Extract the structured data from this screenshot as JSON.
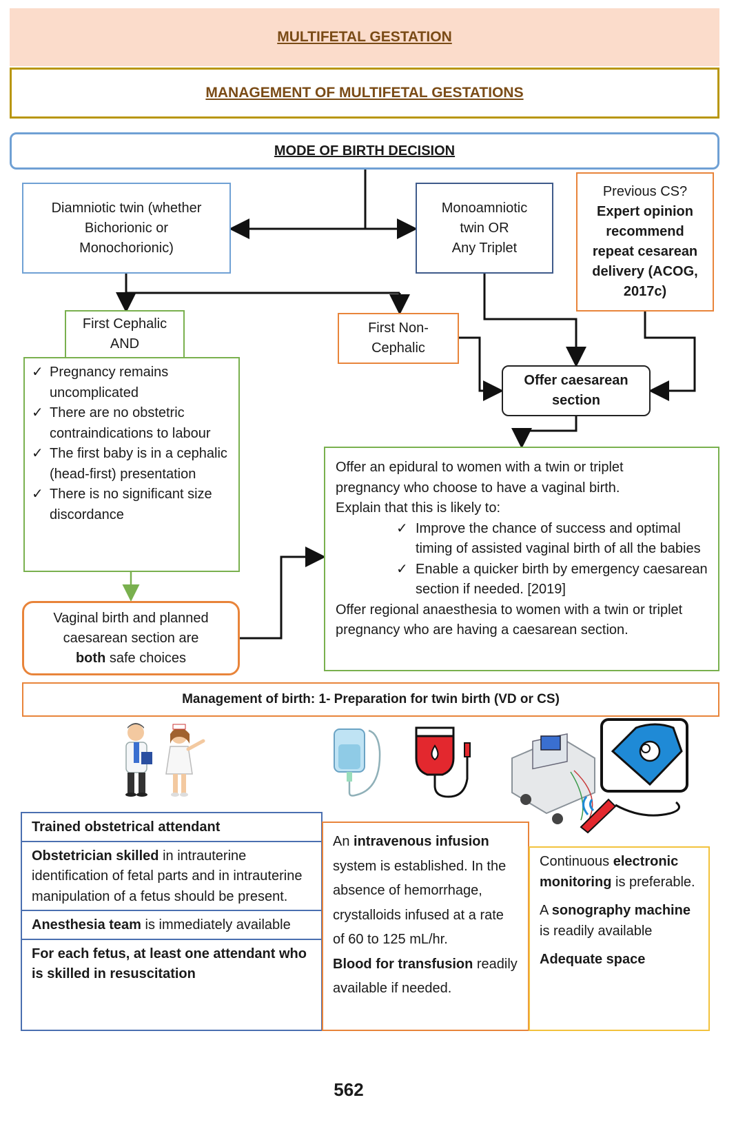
{
  "header": {
    "title": "MULTIFETAL GESTATION",
    "subtitle": "MANAGEMENT OF MULTIFETAL GESTATIONS"
  },
  "flow": {
    "mode_title": "MODE OF BIRTH DECISION",
    "diamniotic": [
      "Diamniotic twin (whether",
      "Bichorionic or",
      "Monochorionic)"
    ],
    "monoamniotic": [
      "Monoamniotic",
      "twin OR",
      "Any Triplet"
    ],
    "previous_cs": {
      "question": "Previous CS?",
      "lines": [
        "Expert opinion",
        "recommend",
        "repeat cesarean",
        "delivery (ACOG,",
        "2017c)"
      ]
    },
    "first_cephalic": [
      "First Cephalic",
      "AND"
    ],
    "first_noncephalic": [
      "First Non-",
      "Cephalic"
    ],
    "offer_cs": [
      "Offer caesarean",
      "section"
    ],
    "criteria": [
      "Pregnancy remains uncomplicated",
      "There are no obstetric contraindications to labour",
      "The first baby is in a cephalic (head-first) presentation",
      "There is no significant size discordance"
    ],
    "check_mark": "✓",
    "vaginal_safe": {
      "line1": "Vaginal birth and planned",
      "line2": "caesarean section are",
      "bold": "both",
      "rest": " safe choices"
    },
    "epidural": {
      "intro1": "Offer an epidural to women with a twin or triplet",
      "intro2": "pregnancy who choose to have a vaginal birth.",
      "intro3": "Explain that this is likely to:",
      "points": [
        "Improve the chance of success and optimal timing of assisted vaginal birth of all the babies",
        "Enable a quicker birth by emergency caesarean section if needed. [2019]"
      ],
      "outro": "Offer regional anaesthesia to women with a twin or triplet pregnancy who are having a caesarean section."
    }
  },
  "management": {
    "title": "Management of birth: 1- Preparation for twin birth (VD or CS)",
    "left": {
      "r1": "Trained obstetrical attendant",
      "r2_bold": "Obstetrician skilled",
      "r2_rest": " in intrauterine identification of fetal parts and in intrauterine manipulation of a fetus should be present.",
      "r3_bold": "Anesthesia team",
      "r3_rest": " is immediately available",
      "r4": "For each fetus, at least one attendant who is skilled in resuscitation"
    },
    "middle": {
      "p1_a": "An ",
      "p1_bold": "intravenous infusion",
      "p1_rest": " system is established. In the absence of hemorrhage, crystalloids infused at a rate of 60 to 125 mL/hr.",
      "p2_bold": "Blood for transfusion",
      "p2_rest": " readily available if needed."
    },
    "right": {
      "p1_a": "Continuous ",
      "p1_bold": "electronic monitoring",
      "p1_rest": " is preferable.",
      "p2_a": "A ",
      "p2_bold": "sonography machine",
      "p2_rest": " is readily available",
      "p3_bold": "Adequate space"
    }
  },
  "icons": [
    "doctor-and-nurse-icon",
    "iv-bag-icon",
    "blood-bag-icon",
    "ultrasound-machine-icon"
  ],
  "page_number": "562"
}
